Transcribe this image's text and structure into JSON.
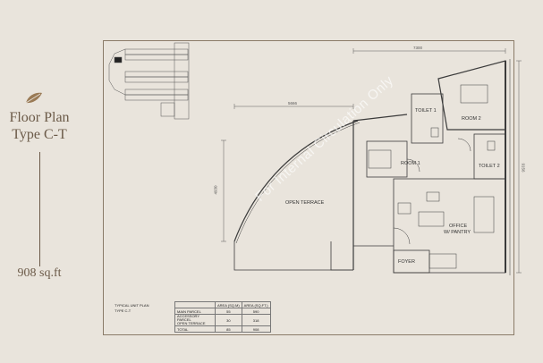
{
  "title_line1": "Floor Plan",
  "title_line2": "Type C-T",
  "area_label": "908 sq.ft",
  "watermark": "For Internal Circulation Only",
  "rooms": {
    "toilet1": "TOILET 1",
    "room2": "ROOM 2",
    "room1": "ROOM 1",
    "toilet2": "TOILET 2",
    "open_terrace": "OPEN TERRACE",
    "office": "OFFICE",
    "pantry": "W/ PANTRY",
    "foyer": "FOYER"
  },
  "dimensions": {
    "top": "7300",
    "terrace_width": "5666",
    "terrace_height": "4930",
    "right": "9156"
  },
  "table": {
    "caption_line1": "TYPICAL UNIT PLAN",
    "caption_line2": "TYPE C-T",
    "header": [
      "",
      "AREA (SQ.M)",
      "AREA (SQ.FT.)"
    ],
    "rows": [
      [
        "MAIN PARCEL",
        "55",
        "590"
      ],
      [
        "ACCESSORY PARCEL",
        "30",
        "318"
      ],
      [
        "OPEN TERRACE",
        "",
        ""
      ],
      [
        "TOTAL",
        "85",
        "908"
      ]
    ]
  },
  "colors": {
    "text": "#6b5a48",
    "background": "#e9e4dc",
    "line": "#3b3b3b"
  }
}
